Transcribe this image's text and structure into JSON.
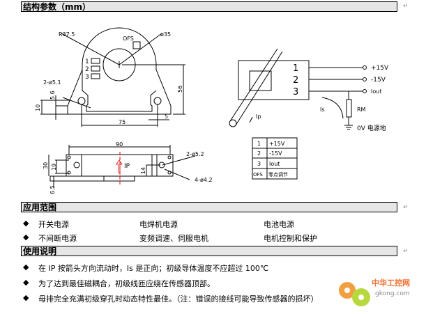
{
  "sections": {
    "structure": "结构参数（mm）",
    "application": "应用范围",
    "usage": "使用说明"
  },
  "return_mark": "↵",
  "bullet": "◆",
  "front_view": {
    "r": "R37.5",
    "d": "ø35",
    "ofs": "OFS",
    "pins": [
      "1",
      "2",
      "3"
    ],
    "holes": "2-ø5.1",
    "h56": "56",
    "h10": "10",
    "h5_6": "5.6",
    "w75": "75",
    "w5": "5"
  },
  "side_view": {
    "w90": "90",
    "h30": "30",
    "h19": "19",
    "h14": "14",
    "h6_5": "6.5",
    "ip": "IP",
    "holes1": "2-ø5.2",
    "holes2": "4-ø4.2"
  },
  "circuit": {
    "pins": [
      "1",
      "2",
      "3"
    ],
    "outs": [
      "+15V",
      "-15V",
      "Iout"
    ],
    "is": "Is",
    "ip": "Ip",
    "rm": "RM",
    "gnd": "0V 电源地"
  },
  "pin_table": [
    [
      "1",
      "+15V"
    ],
    [
      "2",
      "-15V"
    ],
    [
      "3",
      "Iout"
    ],
    [
      "OFS",
      "零点调节"
    ]
  ],
  "applications": [
    [
      "开关电源",
      "电焊机电源",
      "电池电源"
    ],
    [
      "不间断电源",
      "变频调速、伺服电机",
      "电机控制和保护"
    ]
  ],
  "usage_notes": [
    "在 IP 按箭头方向流动时，Is 是正向；初级导体温度不应超过 100℃",
    "为了达到最佳磁耦合，初级线匝应绕在传感器顶部。",
    "母排完全充满初级穿孔时动态特性最佳。（注：错误的接线可能导致传感器的损坏）"
  ],
  "watermark": {
    "cn": "中华工控网",
    "en": "gkong.com"
  }
}
